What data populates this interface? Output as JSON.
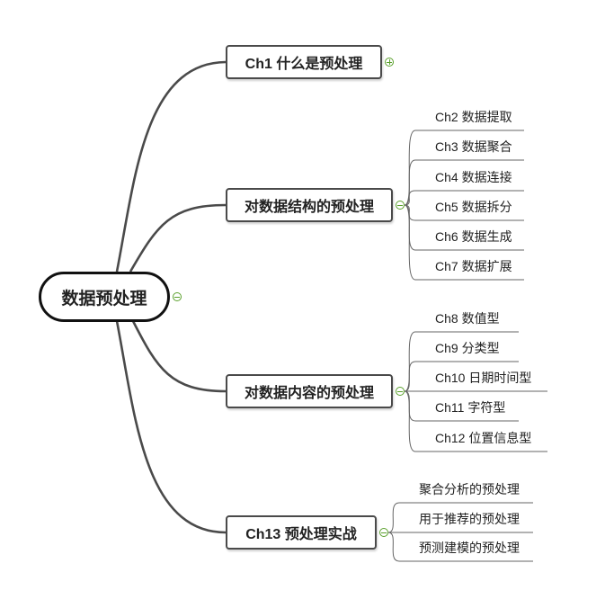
{
  "root": {
    "label": "数据预处理"
  },
  "branches": [
    {
      "label": "Ch1 什么是预处理",
      "collapsed": true,
      "children": []
    },
    {
      "label": "对数据结构的预处理",
      "collapsed": false,
      "children": [
        "Ch2 数据提取",
        "Ch3 数据聚合",
        "Ch4 数据连接",
        "Ch5 数据拆分",
        "Ch6 数据生成",
        "Ch7 数据扩展"
      ]
    },
    {
      "label": "对数据内容的预处理",
      "collapsed": false,
      "children": [
        "Ch8 数值型",
        "Ch9 分类型",
        "Ch10 日期时间型",
        "Ch11 字符型",
        "Ch12 位置信息型"
      ]
    },
    {
      "label": "Ch13 预处理实战",
      "collapsed": false,
      "children": [
        "聚合分析的预处理",
        "用于推荐的预处理",
        "预测建模的预处理"
      ]
    }
  ],
  "colors": {
    "line": "#4a4a4a",
    "toggle": "#5aa02c",
    "root_border": "#111111"
  }
}
